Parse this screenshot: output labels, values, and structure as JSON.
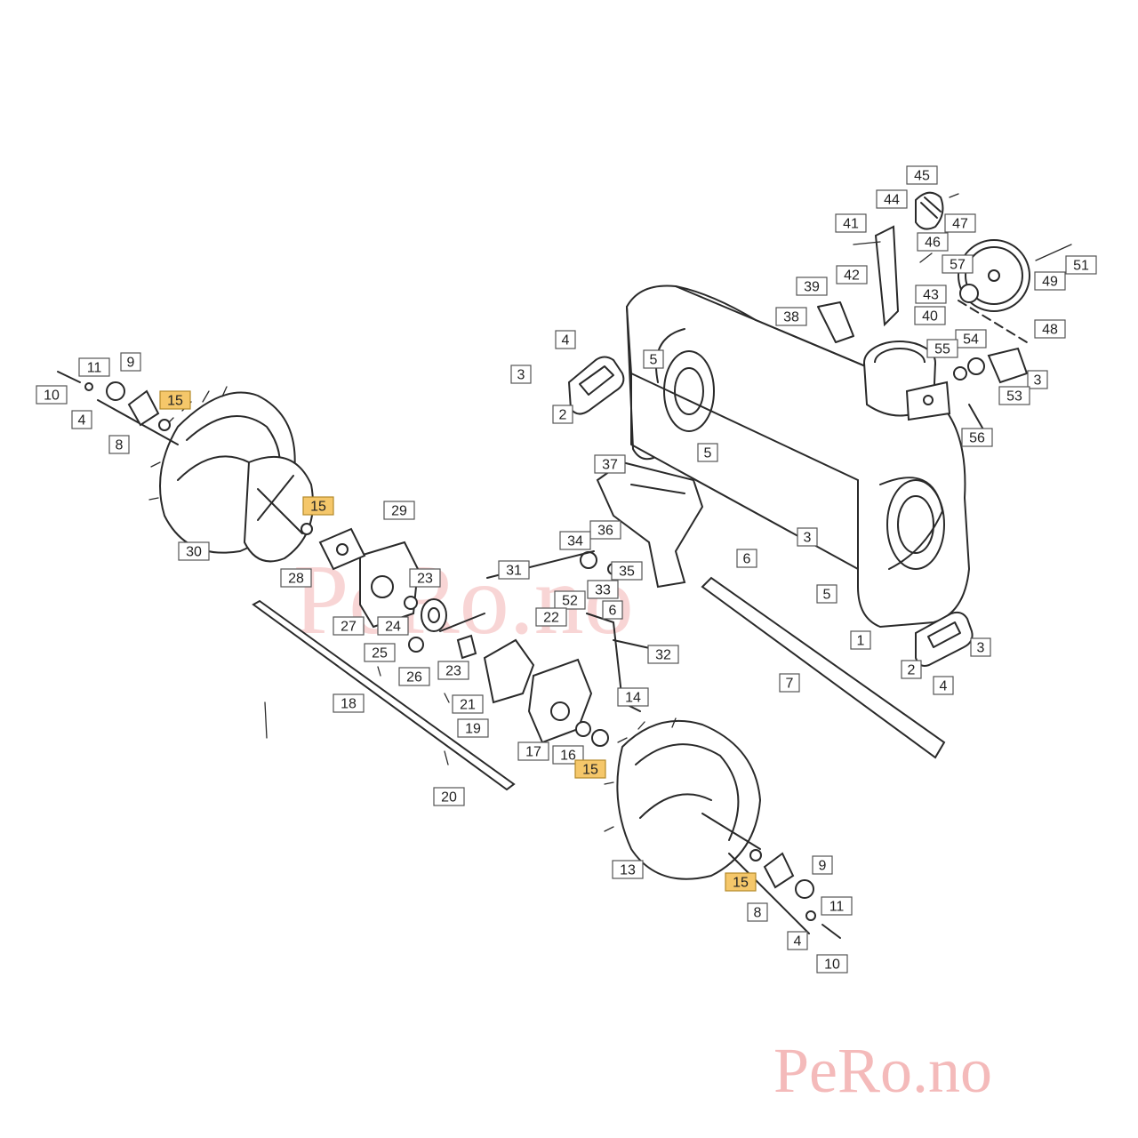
{
  "watermark": {
    "text": "PeRo.no",
    "color": "#f3b3b3"
  },
  "highlight_color": "#f5c76a",
  "callouts": [
    {
      "id": "45",
      "label": "45"
    },
    {
      "id": "44",
      "label": "44"
    },
    {
      "id": "47",
      "label": "47"
    },
    {
      "id": "41",
      "label": "41"
    },
    {
      "id": "46",
      "label": "46"
    },
    {
      "id": "51",
      "label": "51"
    },
    {
      "id": "57",
      "label": "57"
    },
    {
      "id": "49",
      "label": "49"
    },
    {
      "id": "42",
      "label": "42"
    },
    {
      "id": "43",
      "label": "43"
    },
    {
      "id": "40",
      "label": "40"
    },
    {
      "id": "39",
      "label": "39"
    },
    {
      "id": "38",
      "label": "38"
    },
    {
      "id": "48",
      "label": "48"
    },
    {
      "id": "54",
      "label": "54"
    },
    {
      "id": "55",
      "label": "55"
    },
    {
      "id": "3a",
      "label": "3"
    },
    {
      "id": "53",
      "label": "53"
    },
    {
      "id": "56",
      "label": "56"
    },
    {
      "id": "4a",
      "label": "4"
    },
    {
      "id": "3b",
      "label": "3"
    },
    {
      "id": "5a",
      "label": "5"
    },
    {
      "id": "2a",
      "label": "2"
    },
    {
      "id": "9a",
      "label": "9"
    },
    {
      "id": "11a",
      "label": "11"
    },
    {
      "id": "10a",
      "label": "10"
    },
    {
      "id": "15a",
      "label": "15",
      "highlight": true
    },
    {
      "id": "4b",
      "label": "4"
    },
    {
      "id": "8a",
      "label": "8"
    },
    {
      "id": "5b",
      "label": "5"
    },
    {
      "id": "37",
      "label": "37"
    },
    {
      "id": "15b",
      "label": "15",
      "highlight": true
    },
    {
      "id": "29",
      "label": "29"
    },
    {
      "id": "3c",
      "label": "3"
    },
    {
      "id": "30",
      "label": "30"
    },
    {
      "id": "36",
      "label": "36"
    },
    {
      "id": "34",
      "label": "34"
    },
    {
      "id": "35",
      "label": "35"
    },
    {
      "id": "28",
      "label": "28"
    },
    {
      "id": "31",
      "label": "31"
    },
    {
      "id": "23a",
      "label": "23"
    },
    {
      "id": "6a",
      "label": "6"
    },
    {
      "id": "52",
      "label": "52"
    },
    {
      "id": "33",
      "label": "33"
    },
    {
      "id": "6b",
      "label": "6"
    },
    {
      "id": "5c",
      "label": "5"
    },
    {
      "id": "27",
      "label": "27"
    },
    {
      "id": "24",
      "label": "24"
    },
    {
      "id": "22",
      "label": "22"
    },
    {
      "id": "1",
      "label": "1"
    },
    {
      "id": "3d",
      "label": "3"
    },
    {
      "id": "25",
      "label": "25"
    },
    {
      "id": "32",
      "label": "32"
    },
    {
      "id": "2b",
      "label": "2"
    },
    {
      "id": "23b",
      "label": "23"
    },
    {
      "id": "26",
      "label": "26"
    },
    {
      "id": "4c",
      "label": "4"
    },
    {
      "id": "7",
      "label": "7"
    },
    {
      "id": "18",
      "label": "18"
    },
    {
      "id": "14",
      "label": "14"
    },
    {
      "id": "21",
      "label": "21"
    },
    {
      "id": "19",
      "label": "19"
    },
    {
      "id": "17",
      "label": "17"
    },
    {
      "id": "16",
      "label": "16"
    },
    {
      "id": "15c",
      "label": "15",
      "highlight": true
    },
    {
      "id": "20",
      "label": "20"
    },
    {
      "id": "13",
      "label": "13"
    },
    {
      "id": "9b",
      "label": "9"
    },
    {
      "id": "15d",
      "label": "15",
      "highlight": true
    },
    {
      "id": "11b",
      "label": "11"
    },
    {
      "id": "8b",
      "label": "8"
    },
    {
      "id": "4d",
      "label": "4"
    },
    {
      "id": "10b",
      "label": "10"
    }
  ]
}
